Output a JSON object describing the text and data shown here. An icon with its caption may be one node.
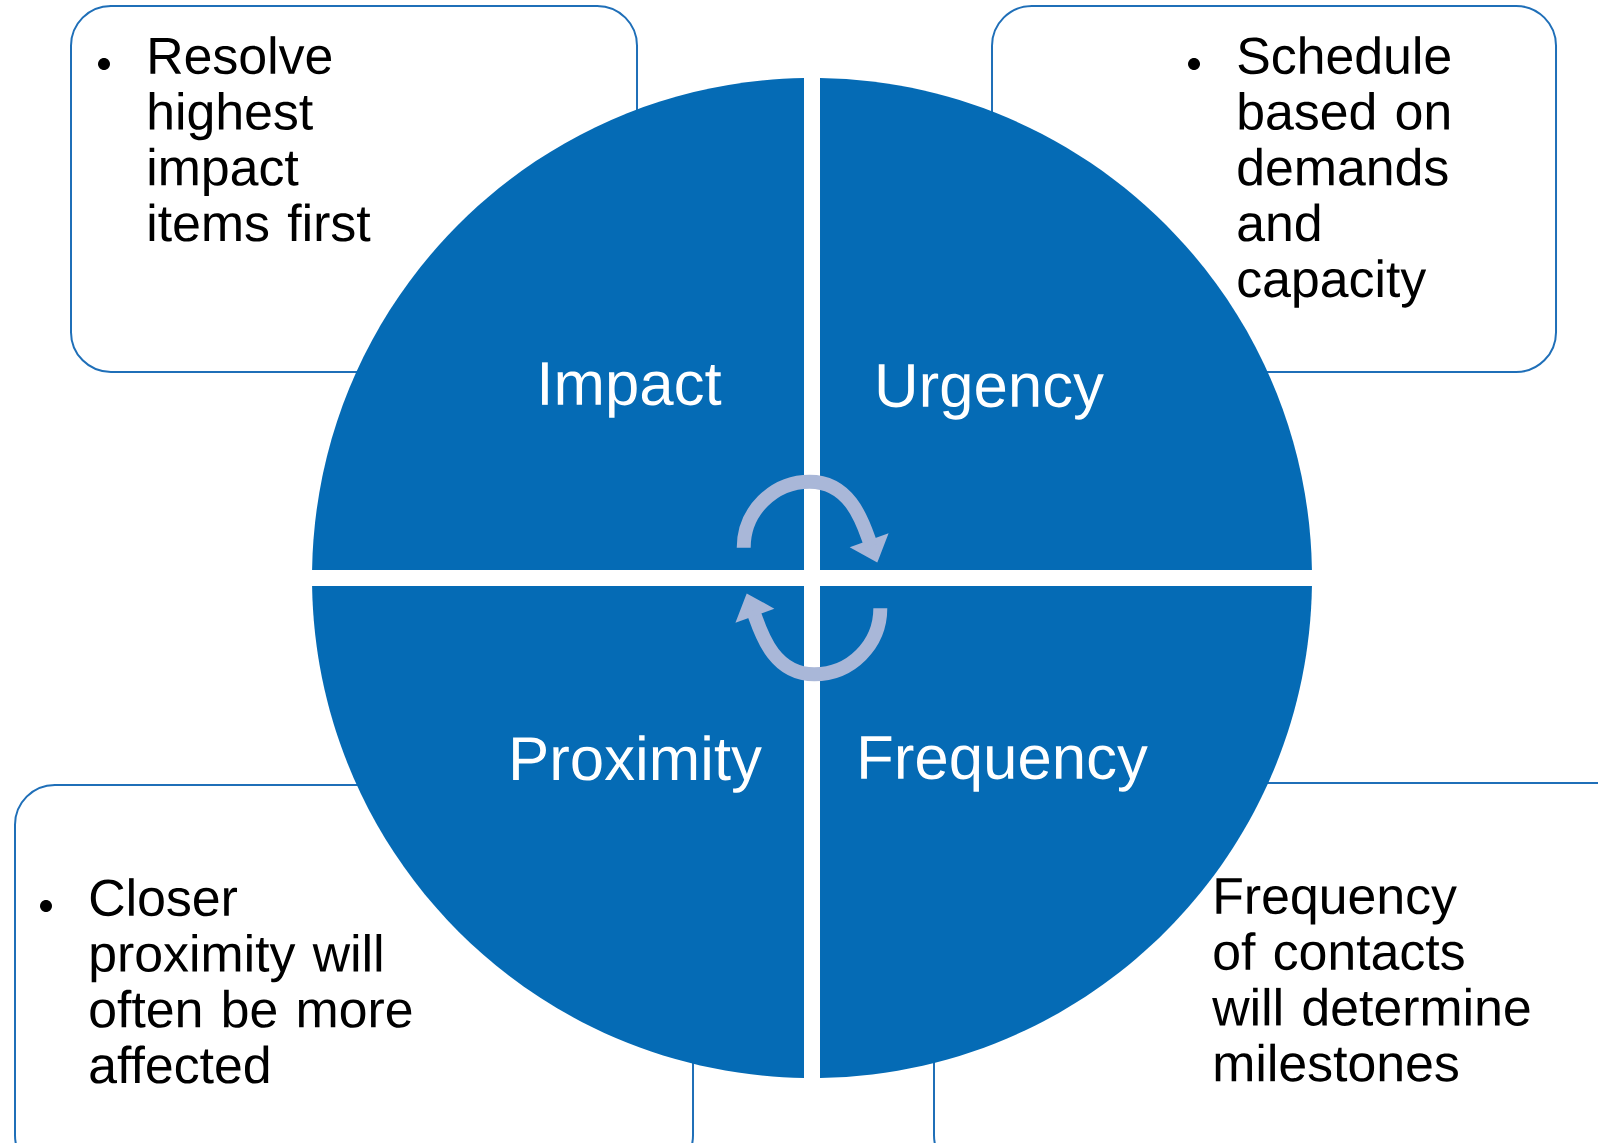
{
  "diagram": {
    "nodes": [
      {
        "text": [
          "Resolve highest impact items first"
        ]
      },
      {
        "text": [
          "Schedule based on demands and capacity"
        ]
      },
      {
        "text": [
          "Impact"
        ]
      },
      {
        "text": [
          "Urgency"
        ]
      },
      {
        "text": [
          "Proximity"
        ]
      },
      {
        "text": [
          "Frequency"
        ]
      },
      {
        "text": [
          "Closer proximity will often be more affected"
        ]
      },
      {
        "text": [
          "Frequency of contacts will determine milestones"
        ]
      }
    ],
    "edges": [
      {
        "from": 2,
        "to": 3,
        "arrow": "to"
      },
      {
        "from": 5,
        "to": 4,
        "arrow": "to"
      }
    ]
  }
}
